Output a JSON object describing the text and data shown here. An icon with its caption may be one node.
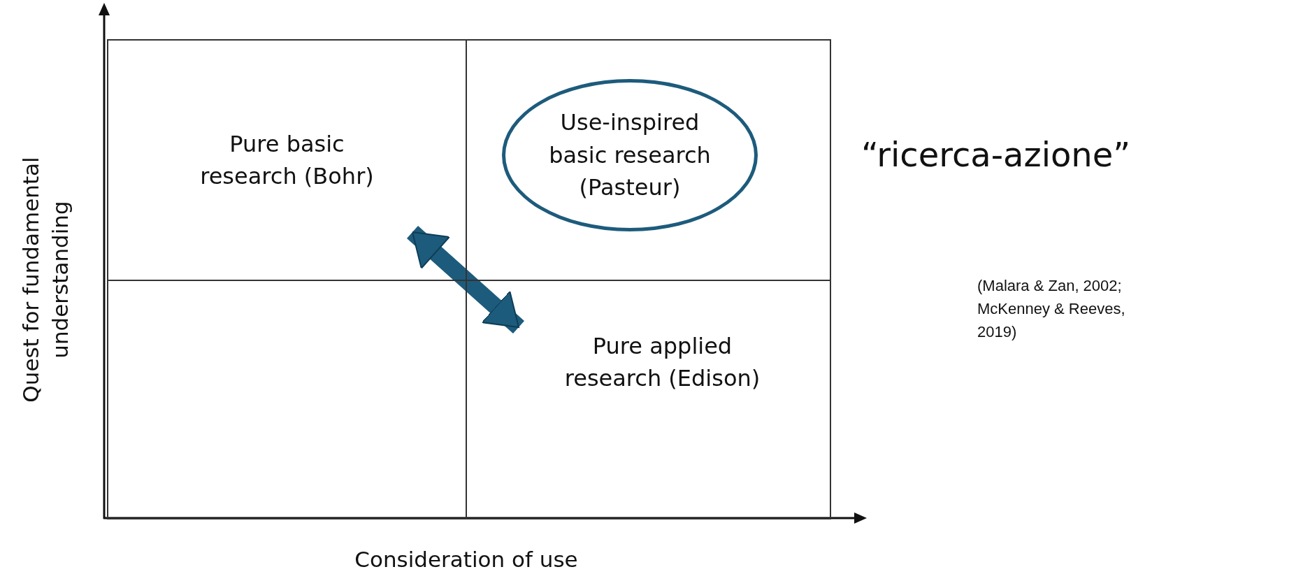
{
  "diagram": {
    "nodes": [
      {
        "text": [
          "Pure basic research (Bohr)"
        ]
      },
      {
        "text": [],
        "shape": "box"
      },
      {
        "text": [
          "Use-inspired basic research (Pasteur)"
        ],
        "in": 1
      },
      {
        "text": [],
        "shape": "box"
      },
      {
        "text": [
          "Pure applied research (Edison)"
        ]
      }
    ],
    "edges": [
      {
        "from": 0,
        "to": 4,
        "arrow": "both",
        "color": "#1d5b7c"
      }
    ],
    "labels": [
      "Quest for fundamental understanding",
      "Consideration of use",
      "“ricerca-azione”",
      "(Malara & Zan, 2002; McKenney & Reeves, 2019)"
    ]
  }
}
